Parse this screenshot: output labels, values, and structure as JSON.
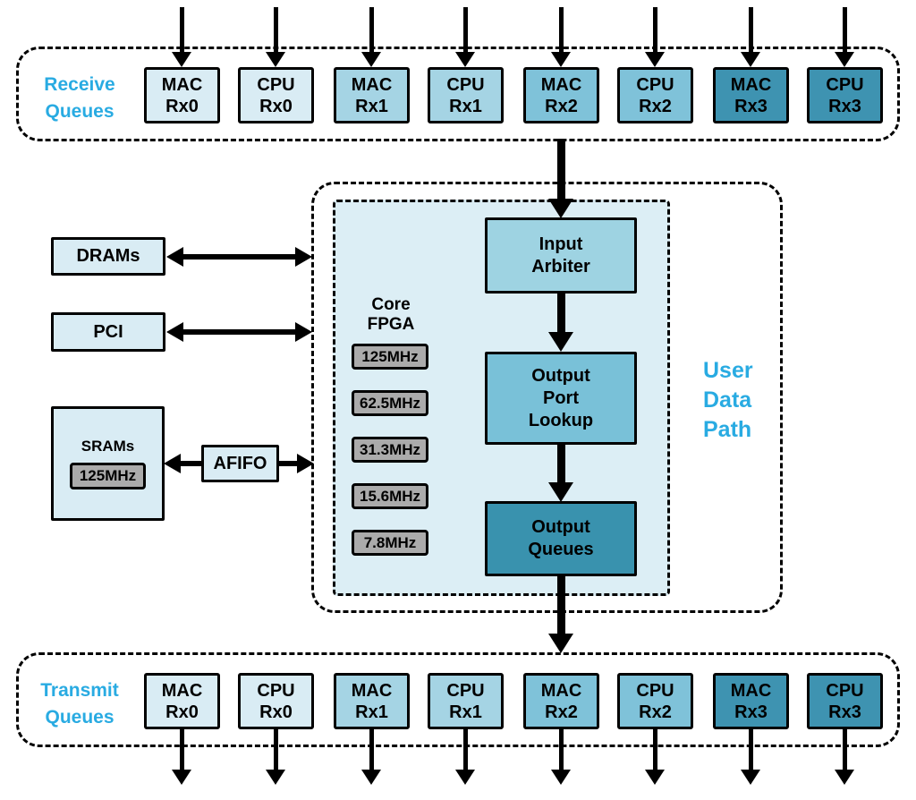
{
  "colors": {
    "accent_cyan": "#29ABE2",
    "queue_tier0": "#D9ECF4",
    "queue_tier1": "#A5D4E4",
    "queue_tier2": "#7FC2D9",
    "queue_tier3": "#3E93B1",
    "input_arbiter": "#9ED3E2",
    "output_port_lookup": "#79C1D8",
    "output_queues": "#3992AE",
    "core_panel_bg": "#DCEEF5",
    "io_box_bg": "#D9ECF4",
    "clock_box_bg": "#ABABAB"
  },
  "receive_queues": {
    "label_lines": [
      "Receive",
      "Queues"
    ],
    "boxes": [
      {
        "line1": "MAC",
        "line2": "Rx0",
        "tier": 0
      },
      {
        "line1": "CPU",
        "line2": "Rx0",
        "tier": 0
      },
      {
        "line1": "MAC",
        "line2": "Rx1",
        "tier": 1
      },
      {
        "line1": "CPU",
        "line2": "Rx1",
        "tier": 1
      },
      {
        "line1": "MAC",
        "line2": "Rx2",
        "tier": 2
      },
      {
        "line1": "CPU",
        "line2": "Rx2",
        "tier": 2
      },
      {
        "line1": "MAC",
        "line2": "Rx3",
        "tier": 3
      },
      {
        "line1": "CPU",
        "line2": "Rx3",
        "tier": 3
      }
    ]
  },
  "transmit_queues": {
    "label_lines": [
      "Transmit",
      "Queues"
    ],
    "boxes": [
      {
        "line1": "MAC",
        "line2": "Rx0",
        "tier": 0
      },
      {
        "line1": "CPU",
        "line2": "Rx0",
        "tier": 0
      },
      {
        "line1": "MAC",
        "line2": "Rx1",
        "tier": 1
      },
      {
        "line1": "CPU",
        "line2": "Rx1",
        "tier": 1
      },
      {
        "line1": "MAC",
        "line2": "Rx2",
        "tier": 2
      },
      {
        "line1": "CPU",
        "line2": "Rx2",
        "tier": 2
      },
      {
        "line1": "MAC",
        "line2": "Rx3",
        "tier": 3
      },
      {
        "line1": "CPU",
        "line2": "Rx3",
        "tier": 3
      }
    ]
  },
  "user_data_path": {
    "label_lines": [
      "User",
      "Data",
      "Path"
    ],
    "core_fpga": {
      "label_lines": [
        "Core",
        "FPGA"
      ],
      "clocks": [
        "125MHz",
        "62.5MHz",
        "31.3MHz",
        "15.6MHz",
        "7.8MHz"
      ]
    },
    "pipeline": [
      {
        "lines": [
          "Input",
          "Arbiter"
        ],
        "color_key": "input_arbiter"
      },
      {
        "lines": [
          "Output",
          "Port",
          "Lookup"
        ],
        "color_key": "output_port_lookup"
      },
      {
        "lines": [
          "Output",
          "Queues"
        ],
        "color_key": "output_queues"
      }
    ]
  },
  "peripherals": {
    "drams_label": "DRAMs",
    "pci_label": "PCI",
    "srams_label": "SRAMs",
    "sram_clock": "125MHz",
    "afifo_label": "AFIFO"
  }
}
